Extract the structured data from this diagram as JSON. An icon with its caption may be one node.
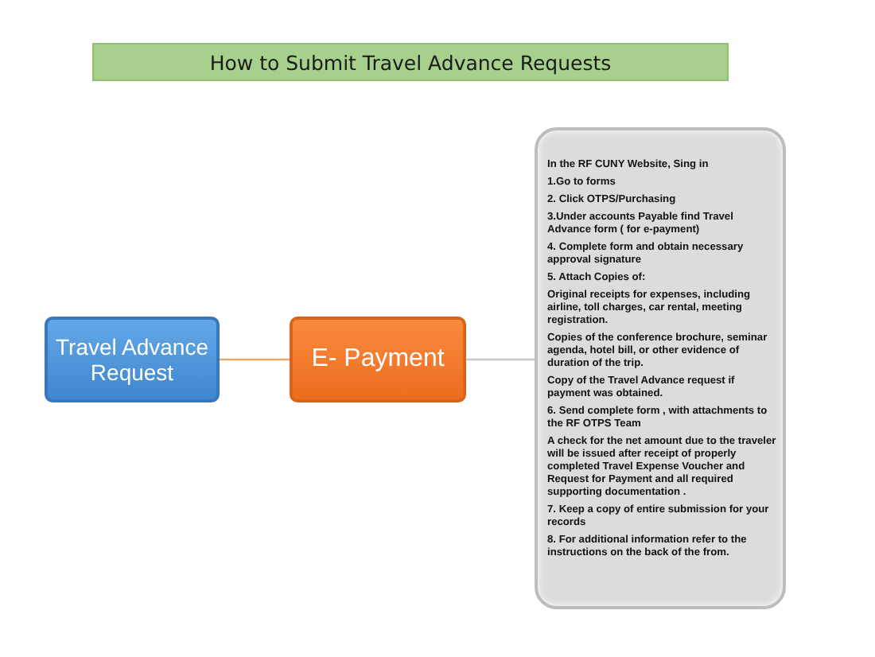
{
  "diagram": {
    "title": "How to Submit Travel Advance Requests",
    "nodes": [
      {
        "text": [
          "Travel Advance Request"
        ]
      },
      {
        "text": [
          "E- Payment"
        ]
      },
      {
        "text": [
          "In the RF CUNY Website, Sing in",
          "1.Go to forms",
          "2. Click OTPS/Purchasing",
          "3.Under accounts Payable find Travel Advance form ( for e-payment)",
          "4. Complete form and obtain necessary approval signature",
          "5. Attach Copies of:",
          "Original receipts for expenses, including airline, toll charges, car rental, meeting registration.",
          "Copies of the conference brochure, seminar agenda, hotel bill, or other evidence of duration of the trip.",
          "Copy of the Travel Advance request if payment was obtained.",
          "6. Send complete form , with attachments to the RF OTPS Team",
          "A check for the net amount due to  the traveler will be issued after receipt of properly completed Travel Expense  Voucher and Request for Payment and all required supporting documentation .",
          "7. Keep a copy of entire submission for your records",
          "8. For additional information refer to the instructions on the back of the from."
        ]
      }
    ],
    "edges": [
      {
        "from": 0,
        "to": 1,
        "arrow": "none",
        "color": "#f2a66a"
      },
      {
        "from": 1,
        "to": 2,
        "arrow": "none",
        "color": "#c8c8c8"
      }
    ]
  }
}
